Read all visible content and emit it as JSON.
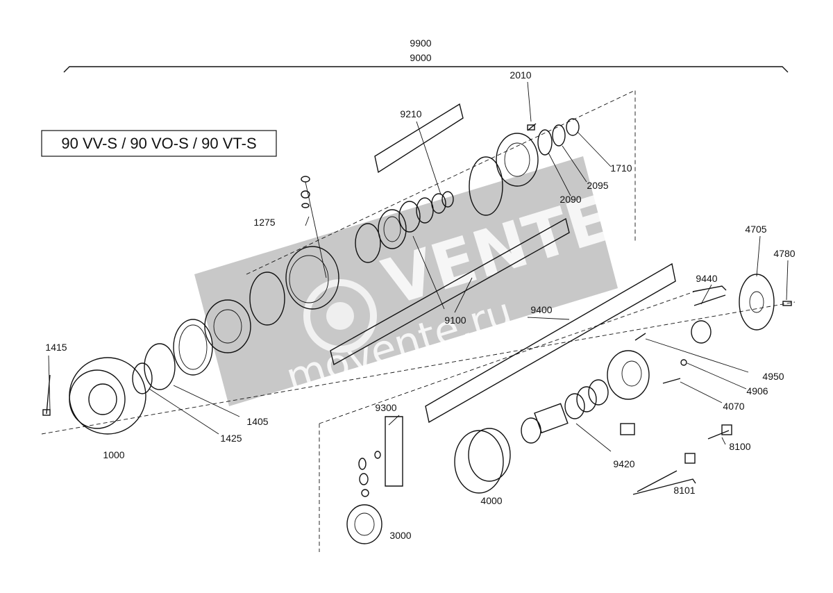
{
  "model_title": "90 VV-S / 90 VO-S / 90 VT-S",
  "assembly": {
    "label_top": "9900",
    "label_bottom": "9000"
  },
  "watermark": {
    "brand": "VENTE",
    "domain": "movente.ru"
  },
  "parts": {
    "p1000": "1000",
    "p1275": "1275",
    "p1405": "1405",
    "p1415": "1415",
    "p1425": "1425",
    "p1710": "1710",
    "p2010": "2010",
    "p2090": "2090",
    "p2095": "2095",
    "p3000": "3000",
    "p4000": "4000",
    "p4070": "4070",
    "p4705": "4705",
    "p4780": "4780",
    "p4906": "4906",
    "p4950": "4950",
    "p8100": "8100",
    "p8101": "8101",
    "p9100": "9100",
    "p9210": "9210",
    "p9300": "9300",
    "p9400": "9400",
    "p9420": "9420",
    "p9440": "9440"
  }
}
